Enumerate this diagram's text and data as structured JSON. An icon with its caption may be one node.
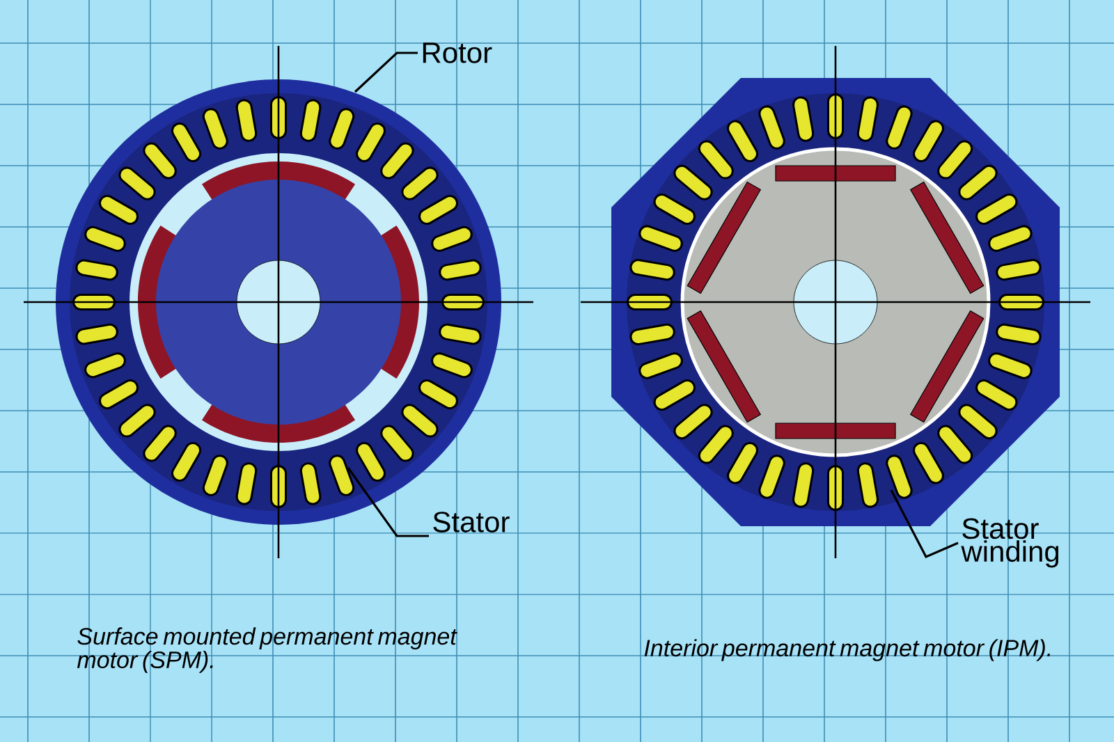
{
  "diagram": {
    "nodes": [
      {
        "text": [
          "Rotor"
        ]
      },
      {
        "text": [
          "Stator"
        ]
      },
      {
        "text": [
          "Stator winding"
        ]
      }
    ],
    "edges": [
      {
        "from": 0,
        "to": null,
        "arrow": "none"
      },
      {
        "from": 1,
        "to": null,
        "arrow": "none"
      },
      {
        "from": 2,
        "to": null,
        "arrow": "none"
      }
    ],
    "labels": [
      "Surface mounted permanent magnet motor (SPM).",
      "Interior permanent magnet motor (IPM)."
    ]
  }
}
